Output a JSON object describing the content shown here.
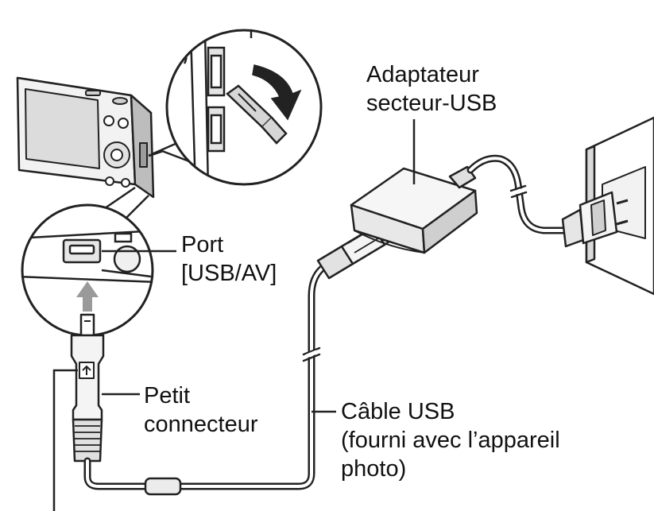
{
  "labels": {
    "adapter": [
      "Adaptateur",
      "secteur-USB"
    ],
    "port": [
      "Port",
      "[USB/AV]"
    ],
    "connector": [
      "Petit",
      "connecteur"
    ],
    "cable": [
      "Câble USB",
      "(fourni avec l’appareil",
      "photo)"
    ]
  },
  "colors": {
    "line": "#222222",
    "device_fill": "#f2f2f2",
    "device_dark": "#bdbdbd",
    "arrow": "#9a9a9a"
  }
}
